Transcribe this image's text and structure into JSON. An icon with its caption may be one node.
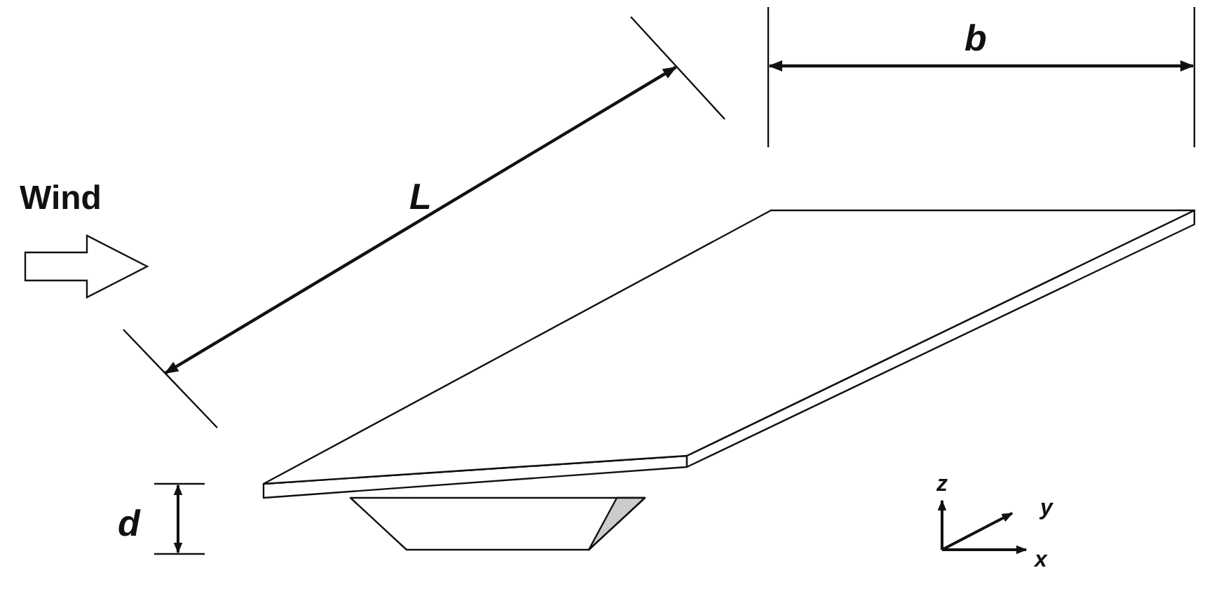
{
  "diagram": {
    "labels": [
      "b",
      "Wind",
      "L",
      "d",
      "z",
      "y",
      "x"
    ]
  }
}
